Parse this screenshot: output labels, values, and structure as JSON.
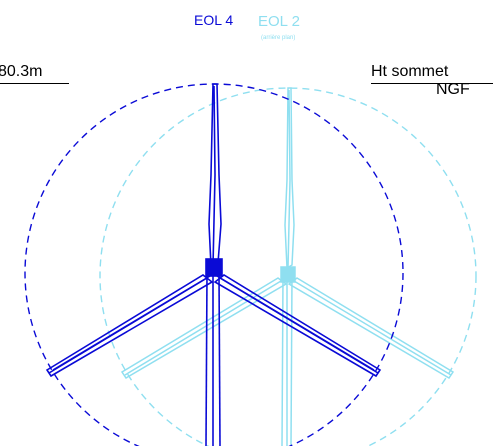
{
  "labels": {
    "eol4": "EOL 4",
    "eol2": "EOL 2",
    "eol2_note": "(arrière plan)",
    "left_height": "80.3m",
    "right_height": "Ht sommet",
    "right_ngf": "NGF"
  },
  "colors": {
    "eol4": "#0a0ad6",
    "eol2": "#8fdff0",
    "text": "#000000"
  }
}
